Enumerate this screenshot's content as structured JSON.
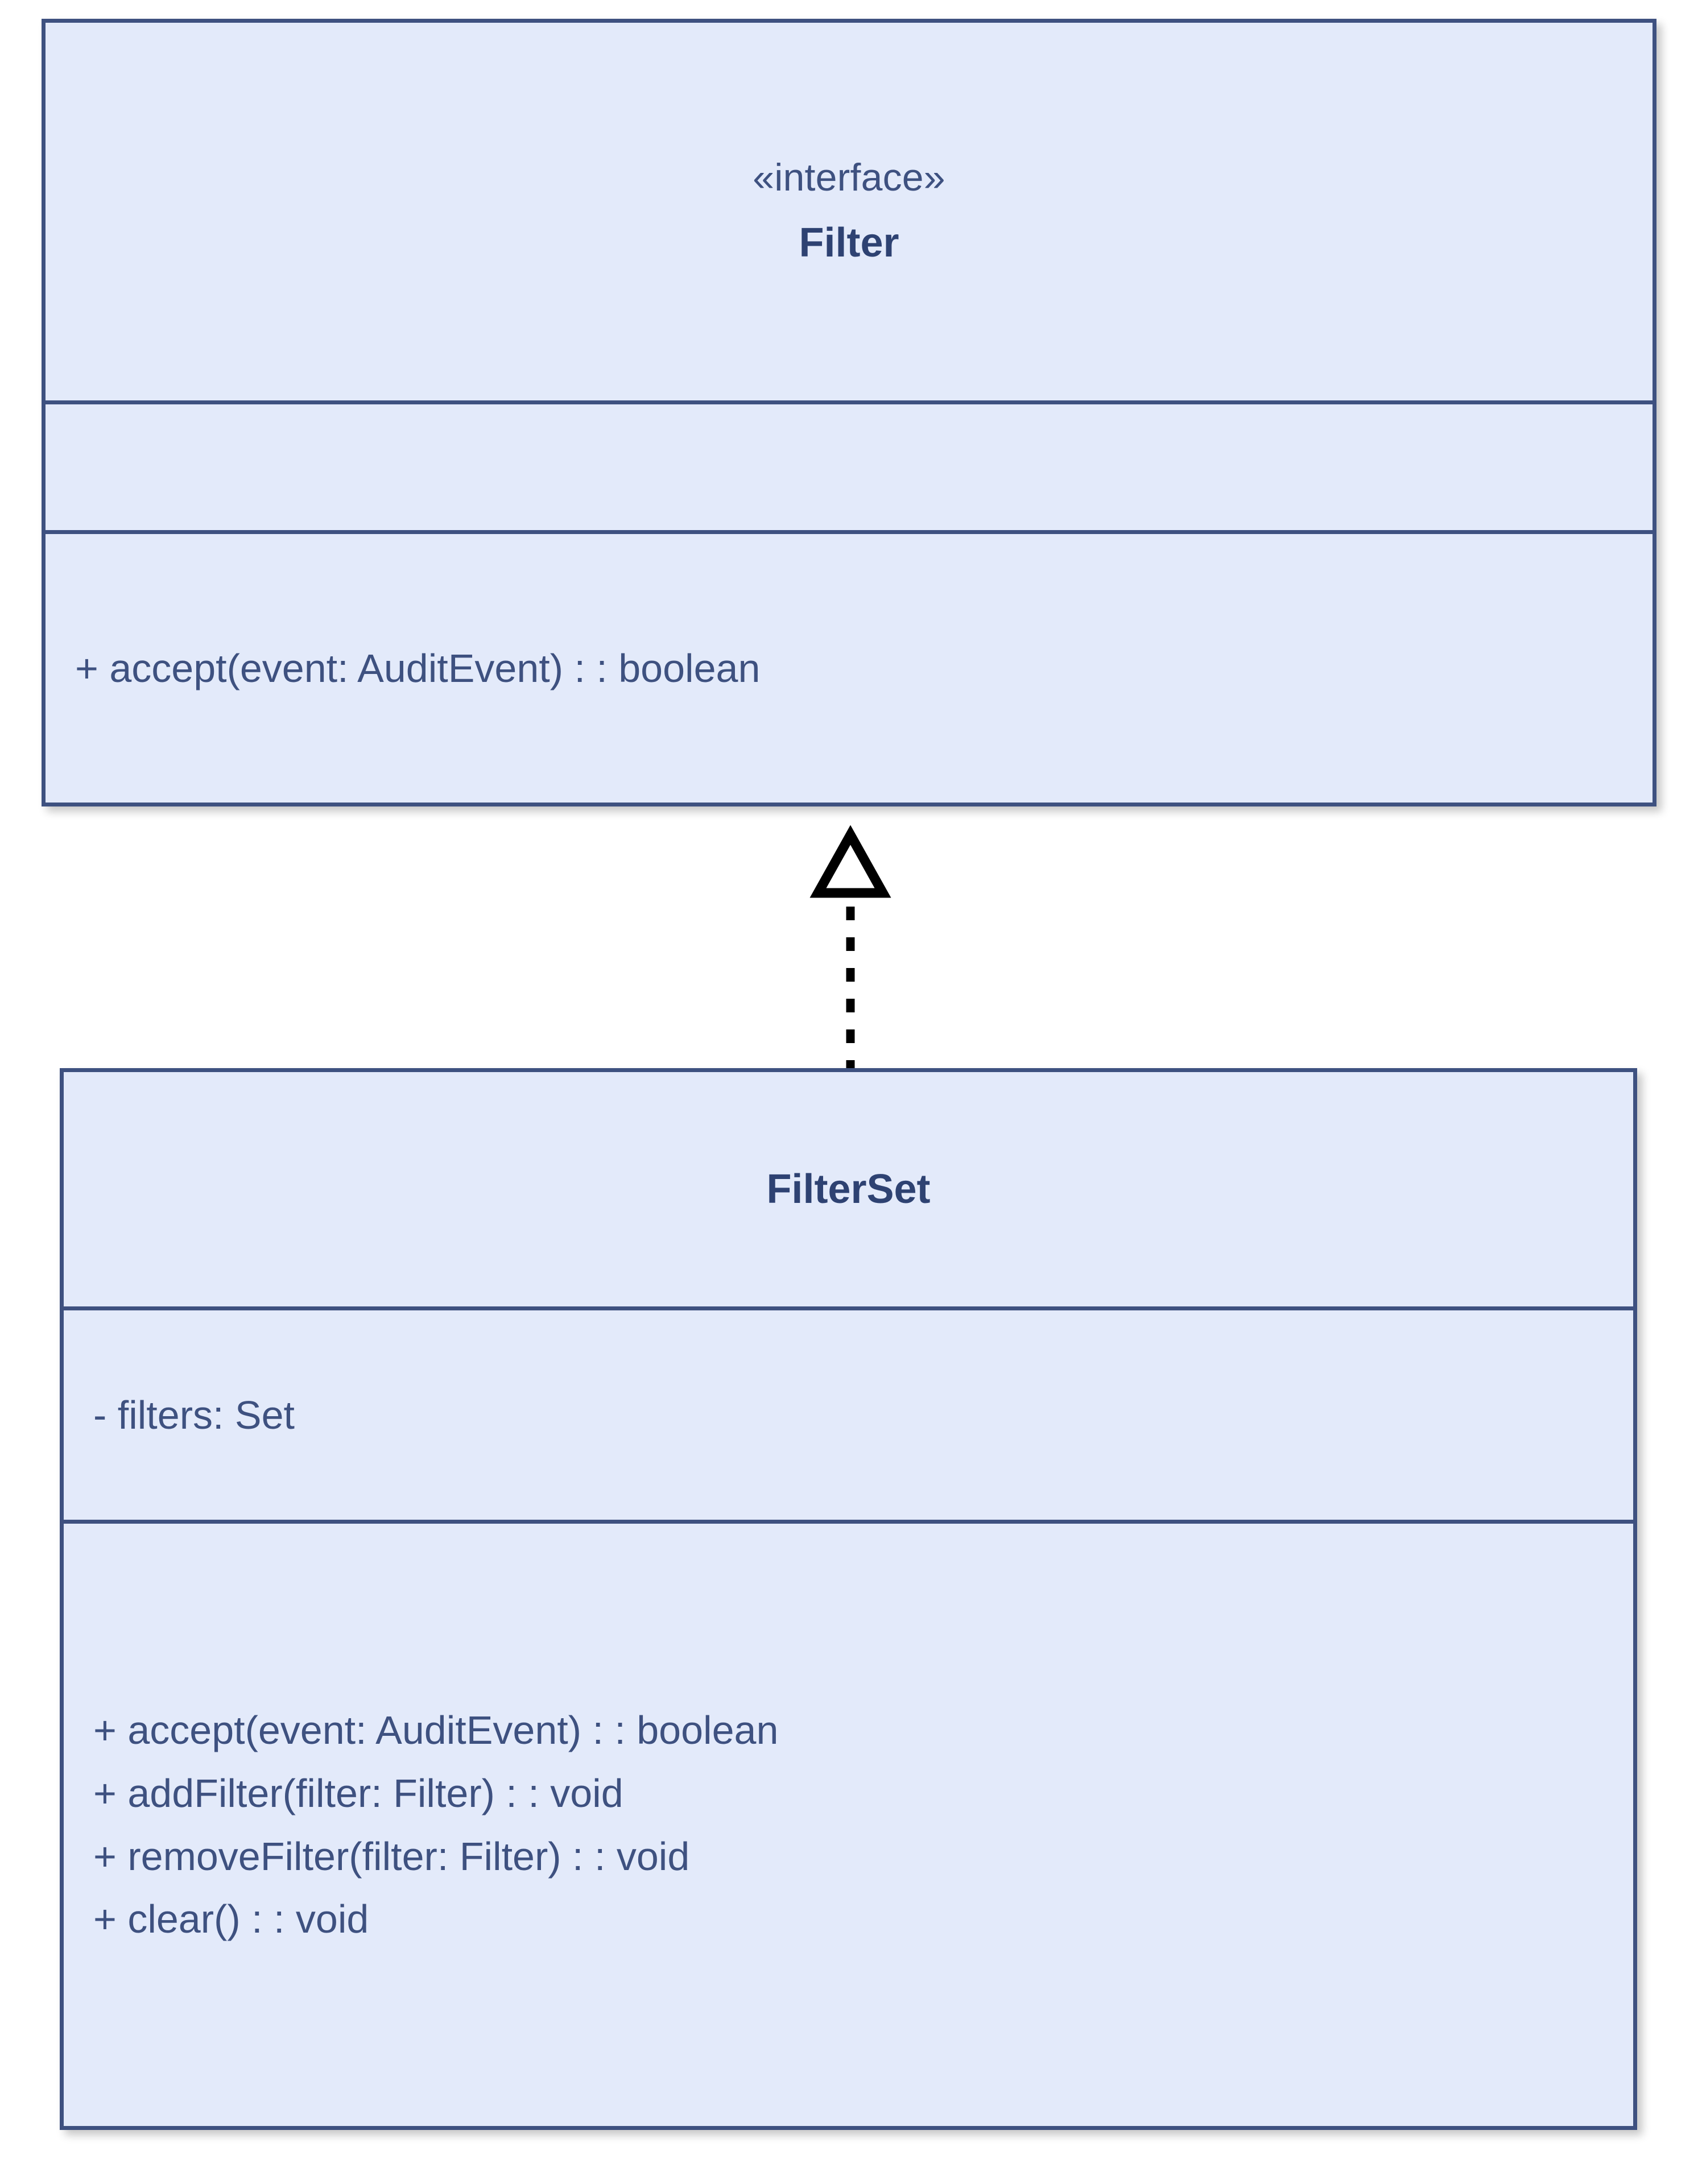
{
  "diagram": {
    "type": "uml-class-diagram",
    "background_color": "#FFFFFF",
    "fill_color": "#E3EAFA",
    "stroke_color": "#3E5180",
    "text_color": "#3E5180",
    "title_color": "#2E4272",
    "connector_color": "#000000"
  },
  "classes": [
    {
      "id": "filter",
      "stereotype": "«interface»",
      "name": "Filter",
      "attributes": [],
      "methods": [
        "+ accept(event: AuditEvent) : : boolean"
      ]
    },
    {
      "id": "filterset",
      "stereotype": "",
      "name": "FilterSet",
      "attributes": [
        "- filters: Set"
      ],
      "methods": [
        "+ accept(event: AuditEvent) : : boolean",
        "+ addFilter(filter: Filter) : : void",
        "+ removeFilter(filter: Filter) : : void",
        "+ clear() : : void"
      ]
    }
  ],
  "relationships": [
    {
      "id": "filterset-realizes-filter",
      "kind": "realization",
      "line_style": "dotted",
      "arrow_head": "hollow-triangle",
      "source": "FilterSet",
      "target": "Filter",
      "label": ""
    }
  ]
}
